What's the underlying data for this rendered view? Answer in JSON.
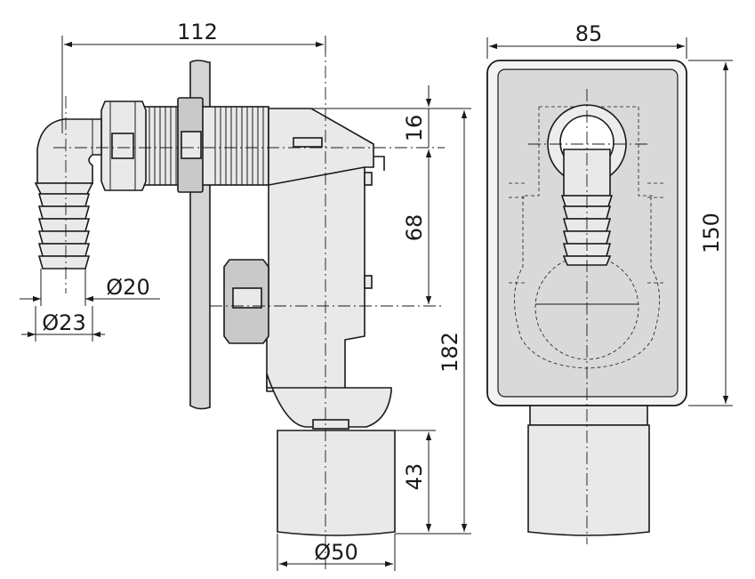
{
  "dimensions": {
    "width_total": "112",
    "width_box": "85",
    "height_top_offset": "16",
    "height_inner": "68",
    "height_box": "150",
    "height_total": "182",
    "height_outlet": "43",
    "diameter_hose_inner": "Ø20",
    "diameter_hose_outer": "Ø23",
    "diameter_outlet": "Ø50"
  },
  "colors": {
    "line": "#1a1a1a",
    "part_fill": "#e9e9e9",
    "plate_fill": "#d6d6d6",
    "box_fill": "#d9d9d9"
  }
}
